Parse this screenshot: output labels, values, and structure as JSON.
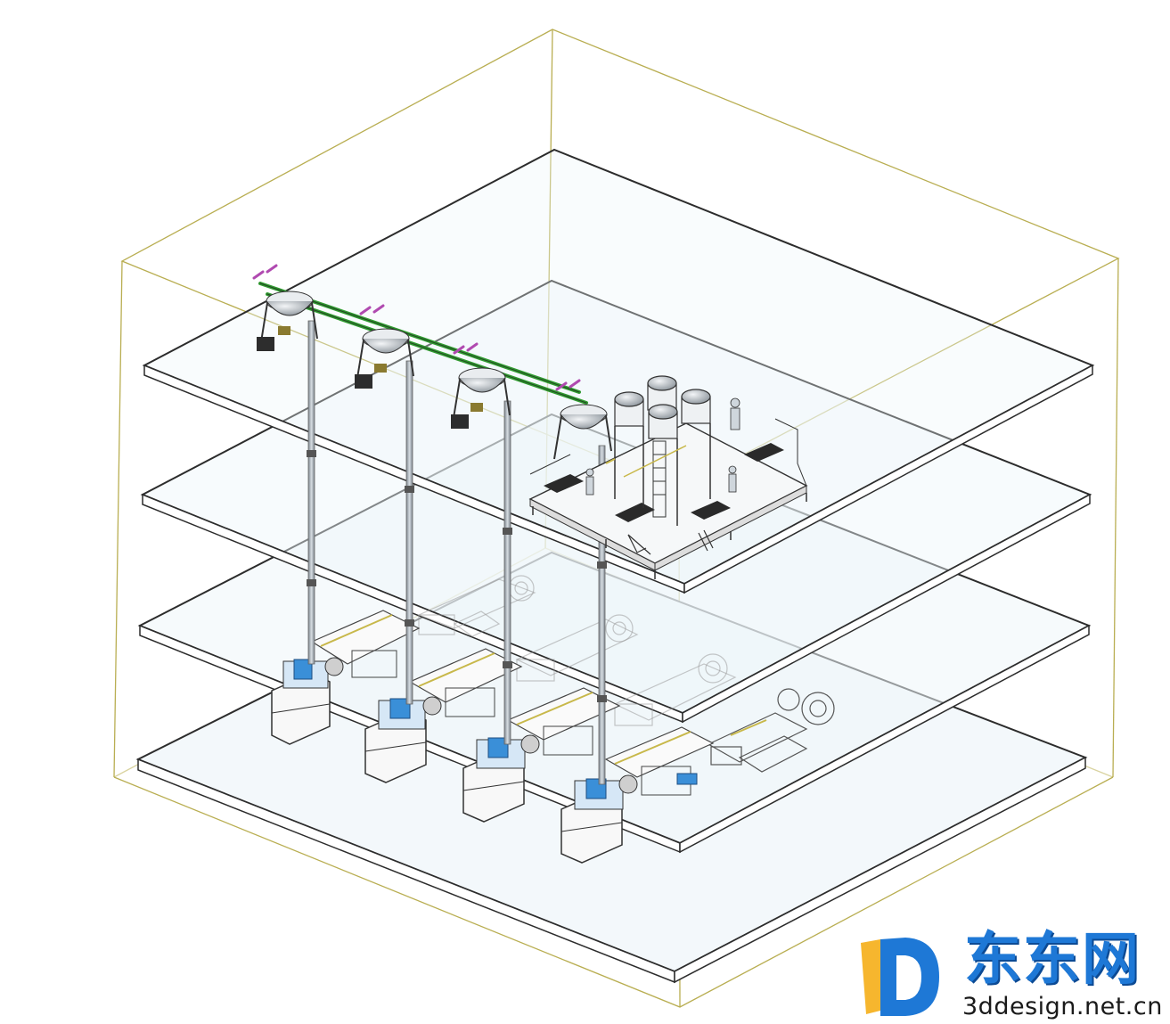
{
  "image": {
    "type": "isometric 3D CAD view",
    "subject": "four-floor factory building with process equipment",
    "colors": {
      "outer_frame": "#b9ae52",
      "slab_edge": "#2c2c2c",
      "slab_fill": "#eaf4f8",
      "pipe": "#9aa3ab",
      "green_pipe": "#2f9a2f",
      "machine_blue": "#3a8fd8",
      "machine_line": "#3a3a3a",
      "accent_magenta": "#b04ab0"
    },
    "floors": 4,
    "tanks_top_row": 4,
    "production_lines": 4,
    "ghost_lines_background": 4
  },
  "watermark": {
    "logo_icon": "letter-d-logo-icon",
    "brand_text": "东东网",
    "url_text": "3ddesign.net.cn",
    "brand_color": "#1e78d6"
  }
}
